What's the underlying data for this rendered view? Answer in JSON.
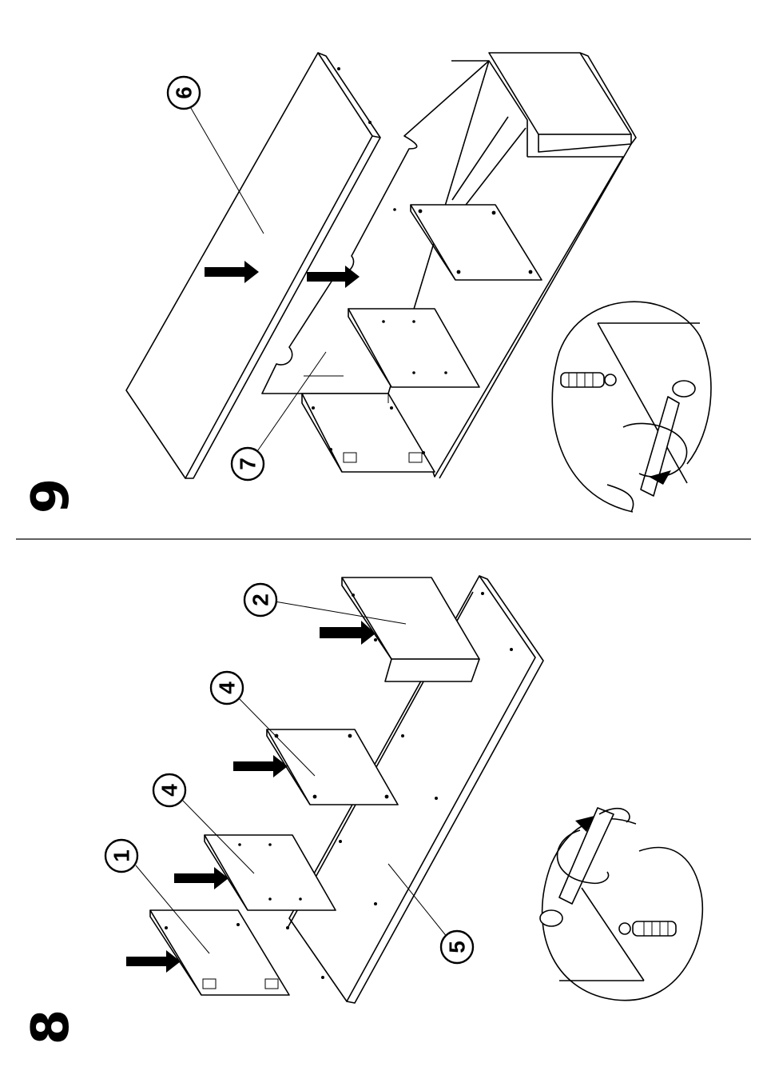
{
  "steps": [
    {
      "number": "9",
      "callouts": [
        "6",
        "7"
      ]
    },
    {
      "number": "8",
      "callouts": [
        "2",
        "4",
        "4",
        "1",
        "5"
      ]
    }
  ]
}
